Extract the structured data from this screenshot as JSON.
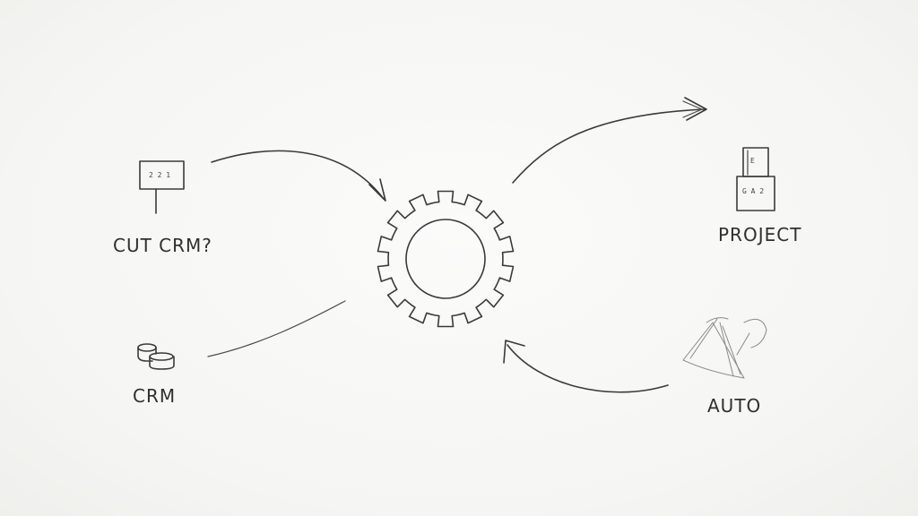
{
  "diagram": {
    "nodes": {
      "cut_crm": {
        "label": "CUT CRM?",
        "icon": "signpost-icon"
      },
      "crm": {
        "label": "CRM",
        "icon": "database-icon"
      },
      "center": {
        "icon": "gear-icon"
      },
      "project": {
        "label": "PROJECT",
        "icon": "document-stack-icon"
      },
      "auto": {
        "label": "AUTO",
        "icon": "traffic-cone-icon"
      }
    },
    "icon_text": {
      "signpost": "2 2 1",
      "document_top": "E",
      "document_bottom": "G A 2"
    },
    "colors": {
      "background": "#f7f7f5",
      "ink": "#3a3a3a"
    }
  }
}
